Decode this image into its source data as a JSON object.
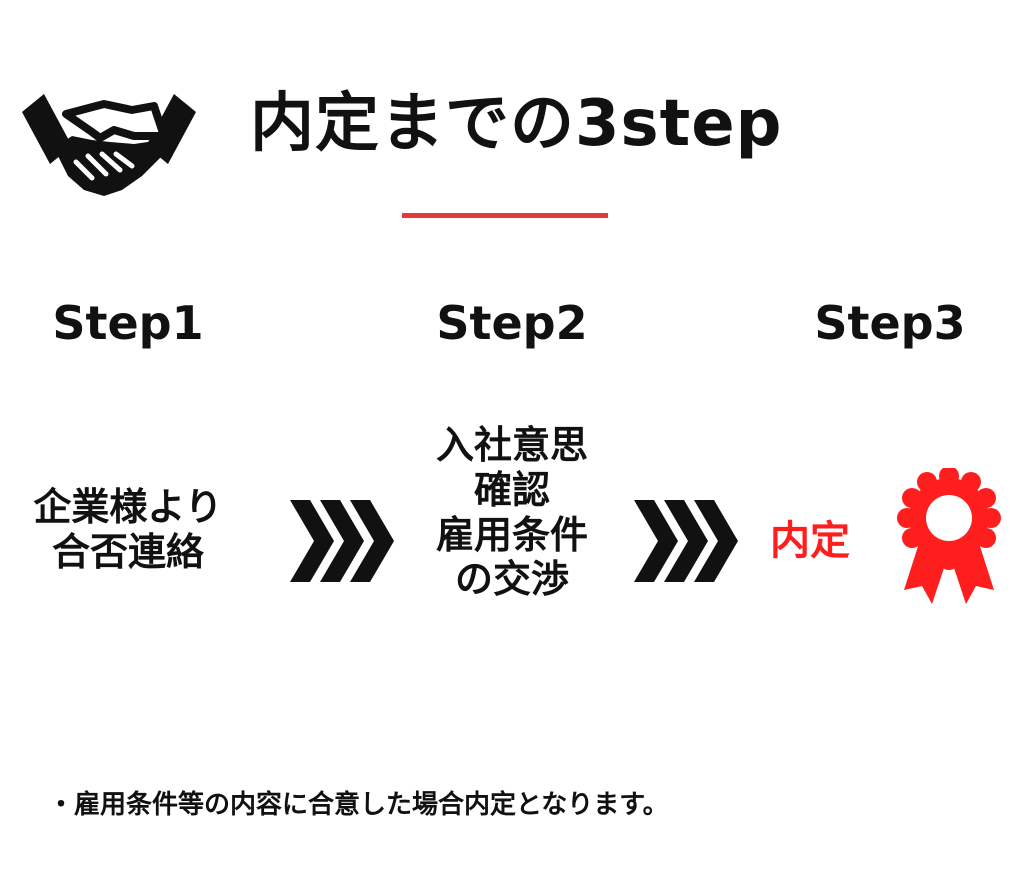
{
  "title": "内定までの3step",
  "icons": {
    "handshake": "handshake-icon",
    "arrow": "triple-chevron-right-icon",
    "award": "award-ribbon-icon"
  },
  "colors": {
    "text": "#111111",
    "accent_line": "#e5383b",
    "highlight": "#ff1e1e"
  },
  "steps": [
    {
      "label": "Step1",
      "lines": [
        "企業様より",
        "合否連絡"
      ]
    },
    {
      "label": "Step2",
      "lines": [
        "入社意思",
        "確認",
        "雇用条件",
        "の交渉"
      ]
    },
    {
      "label": "Step3",
      "result": "内定"
    }
  ],
  "note": "・雇用条件等の内容に合意した場合内定となります。"
}
